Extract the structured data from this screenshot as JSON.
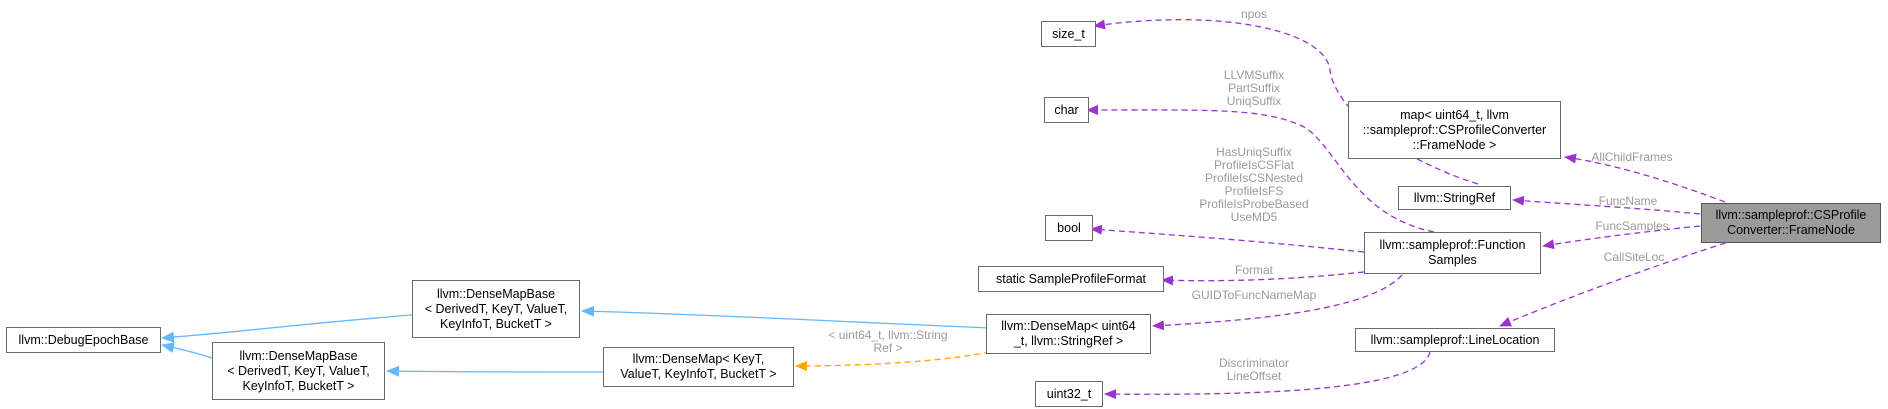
{
  "colors": {
    "member_edge": "#9a32cd",
    "inherit_edge": "#63b8ff",
    "template_edge": "#ffa500",
    "edge_label": "#9a9a9a",
    "main_node_fill": "#9b9b9b"
  },
  "nodes": {
    "frame_node": [
      "llvm::sampleprof::CSProfile",
      "Converter::FrameNode"
    ],
    "map_child": [
      "map< uint64_t, llvm",
      "::sampleprof::CSProfileConverter",
      "::FrameNode >"
    ],
    "string_ref": [
      "llvm::StringRef"
    ],
    "function_samples": [
      "llvm::sampleprof::Function",
      "Samples"
    ],
    "line_location": [
      "llvm::sampleprof::LineLocation"
    ],
    "size_t": [
      "size_t"
    ],
    "char": [
      "char"
    ],
    "bool": [
      "bool"
    ],
    "sample_profile_format": [
      "static SampleProfileFormat"
    ],
    "uint32_t": [
      "uint32_t"
    ],
    "dense_map_inst": [
      "llvm::DenseMap< uint64",
      "_t, llvm::StringRef >"
    ],
    "dense_map_tmpl": [
      "llvm::DenseMap< KeyT,",
      "ValueT, KeyInfoT, BucketT >"
    ],
    "dense_map_base_1": [
      "llvm::DenseMapBase",
      "< DerivedT, KeyT, ValueT,",
      "KeyInfoT, BucketT >"
    ],
    "dense_map_base_2": [
      "llvm::DenseMapBase",
      "< DerivedT, KeyT, ValueT,",
      "KeyInfoT, BucketT >"
    ],
    "debug_epoch_base": [
      "llvm::DebugEpochBase"
    ]
  },
  "edge_labels": {
    "all_child_frames": [
      "AllChildFrames"
    ],
    "func_name": [
      "FuncName"
    ],
    "func_samples": [
      "FuncSamples"
    ],
    "call_site_loc": [
      "CallSiteLoc"
    ],
    "npos": [
      "npos"
    ],
    "char_members": [
      "LLVMSuffix",
      "PartSuffix",
      "UniqSuffix"
    ],
    "bool_members": [
      "HasUniqSuffix",
      "ProfileIsCSFlat",
      "ProfileIsCSNested",
      "ProfileIsFS",
      "ProfileIsProbeBased",
      "UseMD5"
    ],
    "format": [
      "Format"
    ],
    "guid_map": [
      "GUIDToFuncNameMap"
    ],
    "template_args": [
      "< uint64_t, llvm::String",
      "Ref >"
    ],
    "uint32_members": [
      "Discriminator",
      "LineOffset"
    ]
  }
}
